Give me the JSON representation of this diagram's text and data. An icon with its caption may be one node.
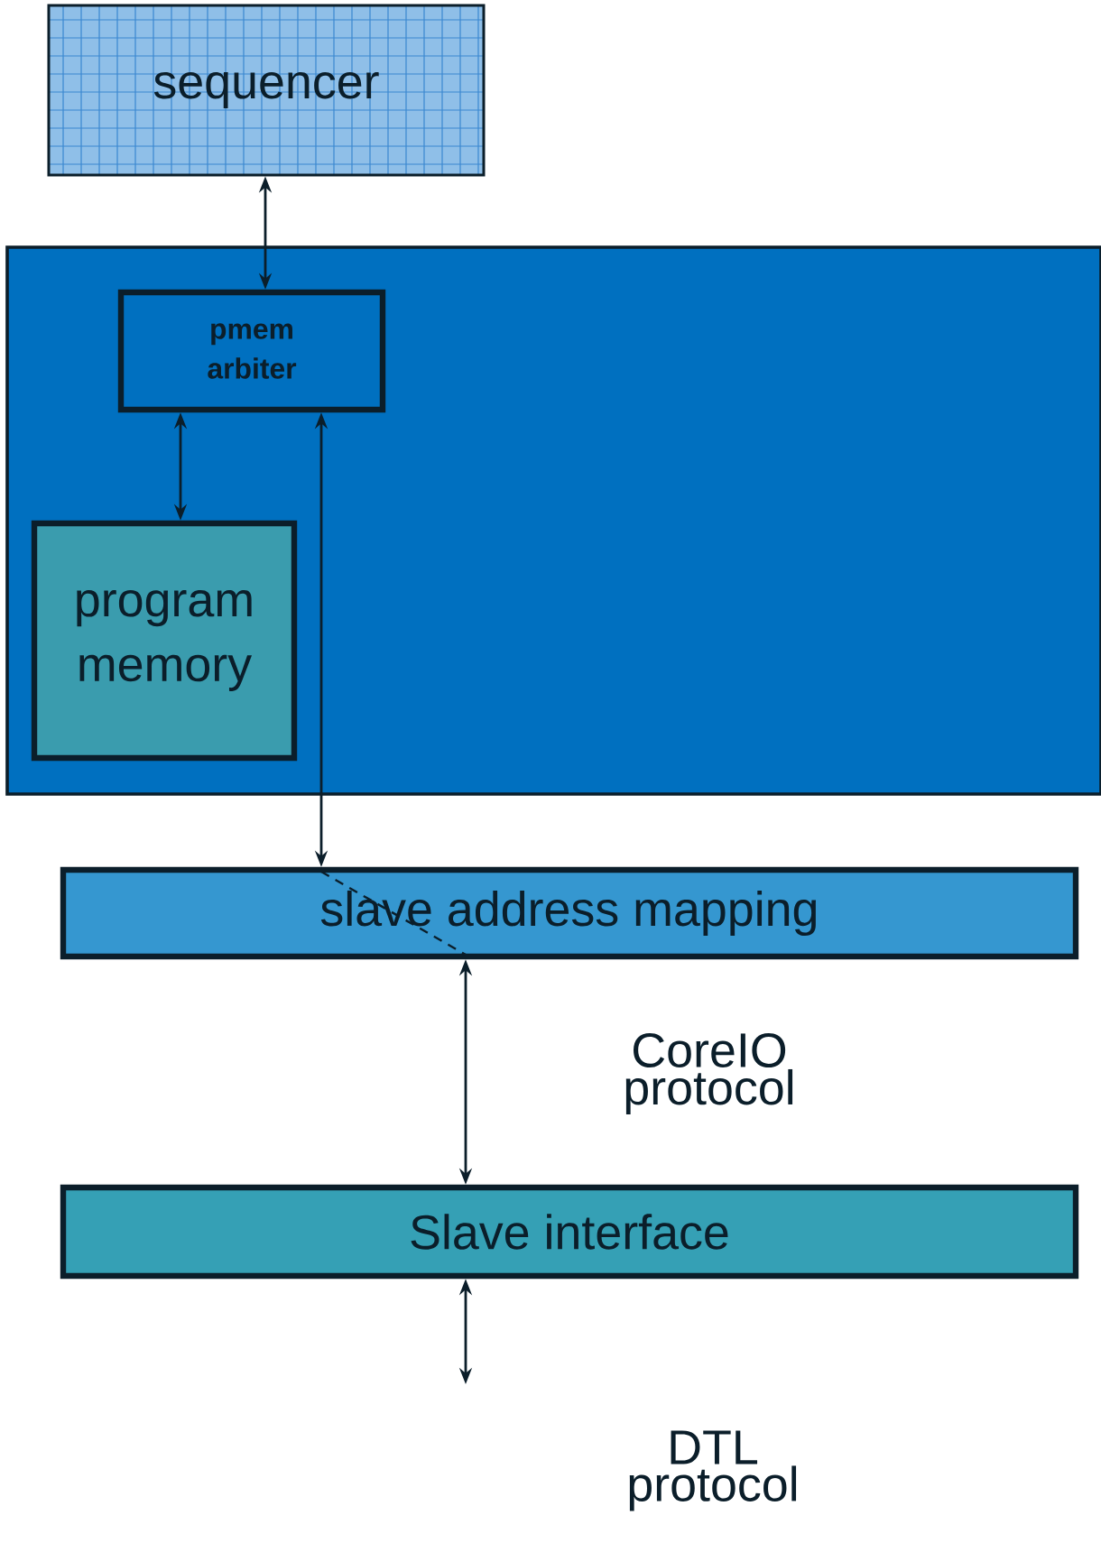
{
  "diagram": {
    "nodes": [
      {
        "text": [
          "sequencer"
        ]
      },
      {
        "text": [],
        "shape": "box"
      },
      {
        "text": [
          "pmem arbiter"
        ],
        "in": 1
      },
      {
        "text": [
          "program memory"
        ],
        "in": 1
      },
      {
        "text": [
          "slave address mapping"
        ]
      },
      {
        "text": [
          "Slave interface"
        ]
      }
    ],
    "edges": [
      {
        "from": 0,
        "to": 2,
        "arrow": "both"
      },
      {
        "from": 2,
        "to": 3,
        "arrow": "both"
      },
      {
        "from": 2,
        "to": 4,
        "arrow": "both"
      },
      {
        "from": 4,
        "to": 5,
        "arrow": "both"
      },
      {
        "from": 5,
        "to": null,
        "arrow": "both"
      }
    ],
    "labels": [
      "CoreIO protocol",
      "DTL protocol"
    ]
  }
}
